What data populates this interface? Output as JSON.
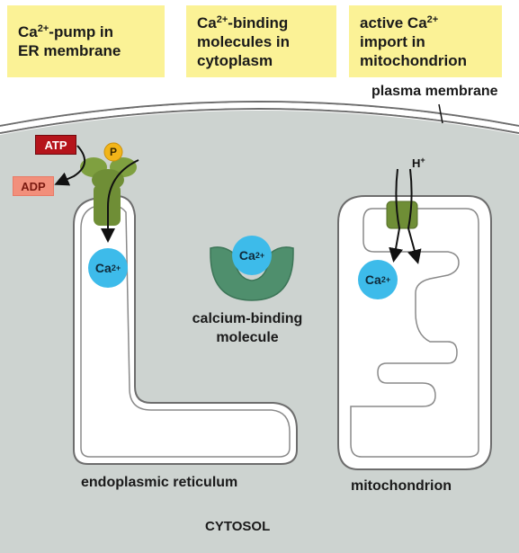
{
  "headers": [
    {
      "pre": "Ca",
      "sup": "2+",
      "post": "-pump in",
      "line2": "ER membrane"
    },
    {
      "pre": "Ca",
      "sup": "2+",
      "post": "-binding",
      "line2": "molecules in",
      "line3": "cytoplasm"
    },
    {
      "pre": "active Ca",
      "sup": "2+",
      "post": "",
      "line2": "import in",
      "line3": "mitochondrion"
    }
  ],
  "labels": {
    "plasma_membrane": "plasma membrane",
    "calcium_binding_line1": "calcium-binding",
    "calcium_binding_line2": "molecule",
    "er": "endoplasmic reticulum",
    "mitochondrion": "mitochondrion",
    "cytosol": "CYTOSOL"
  },
  "badges": {
    "atp": "ATP",
    "adp": "ADP",
    "phosphate": "P"
  },
  "ions": {
    "base": "Ca",
    "charge": "2+"
  },
  "proton": {
    "base": "H",
    "charge": "+"
  },
  "colors": {
    "header_bg": "#fbf296",
    "cytosol": "#cdd3d0",
    "membrane_stroke": "#6d6d6d",
    "protein_green": "#6f8e36",
    "binding_molecule": "#4f8f6d",
    "ion": "#3dbbea",
    "atp": "#b5141b",
    "adp": "#f28f7b",
    "phosphate": "#f2b519"
  }
}
